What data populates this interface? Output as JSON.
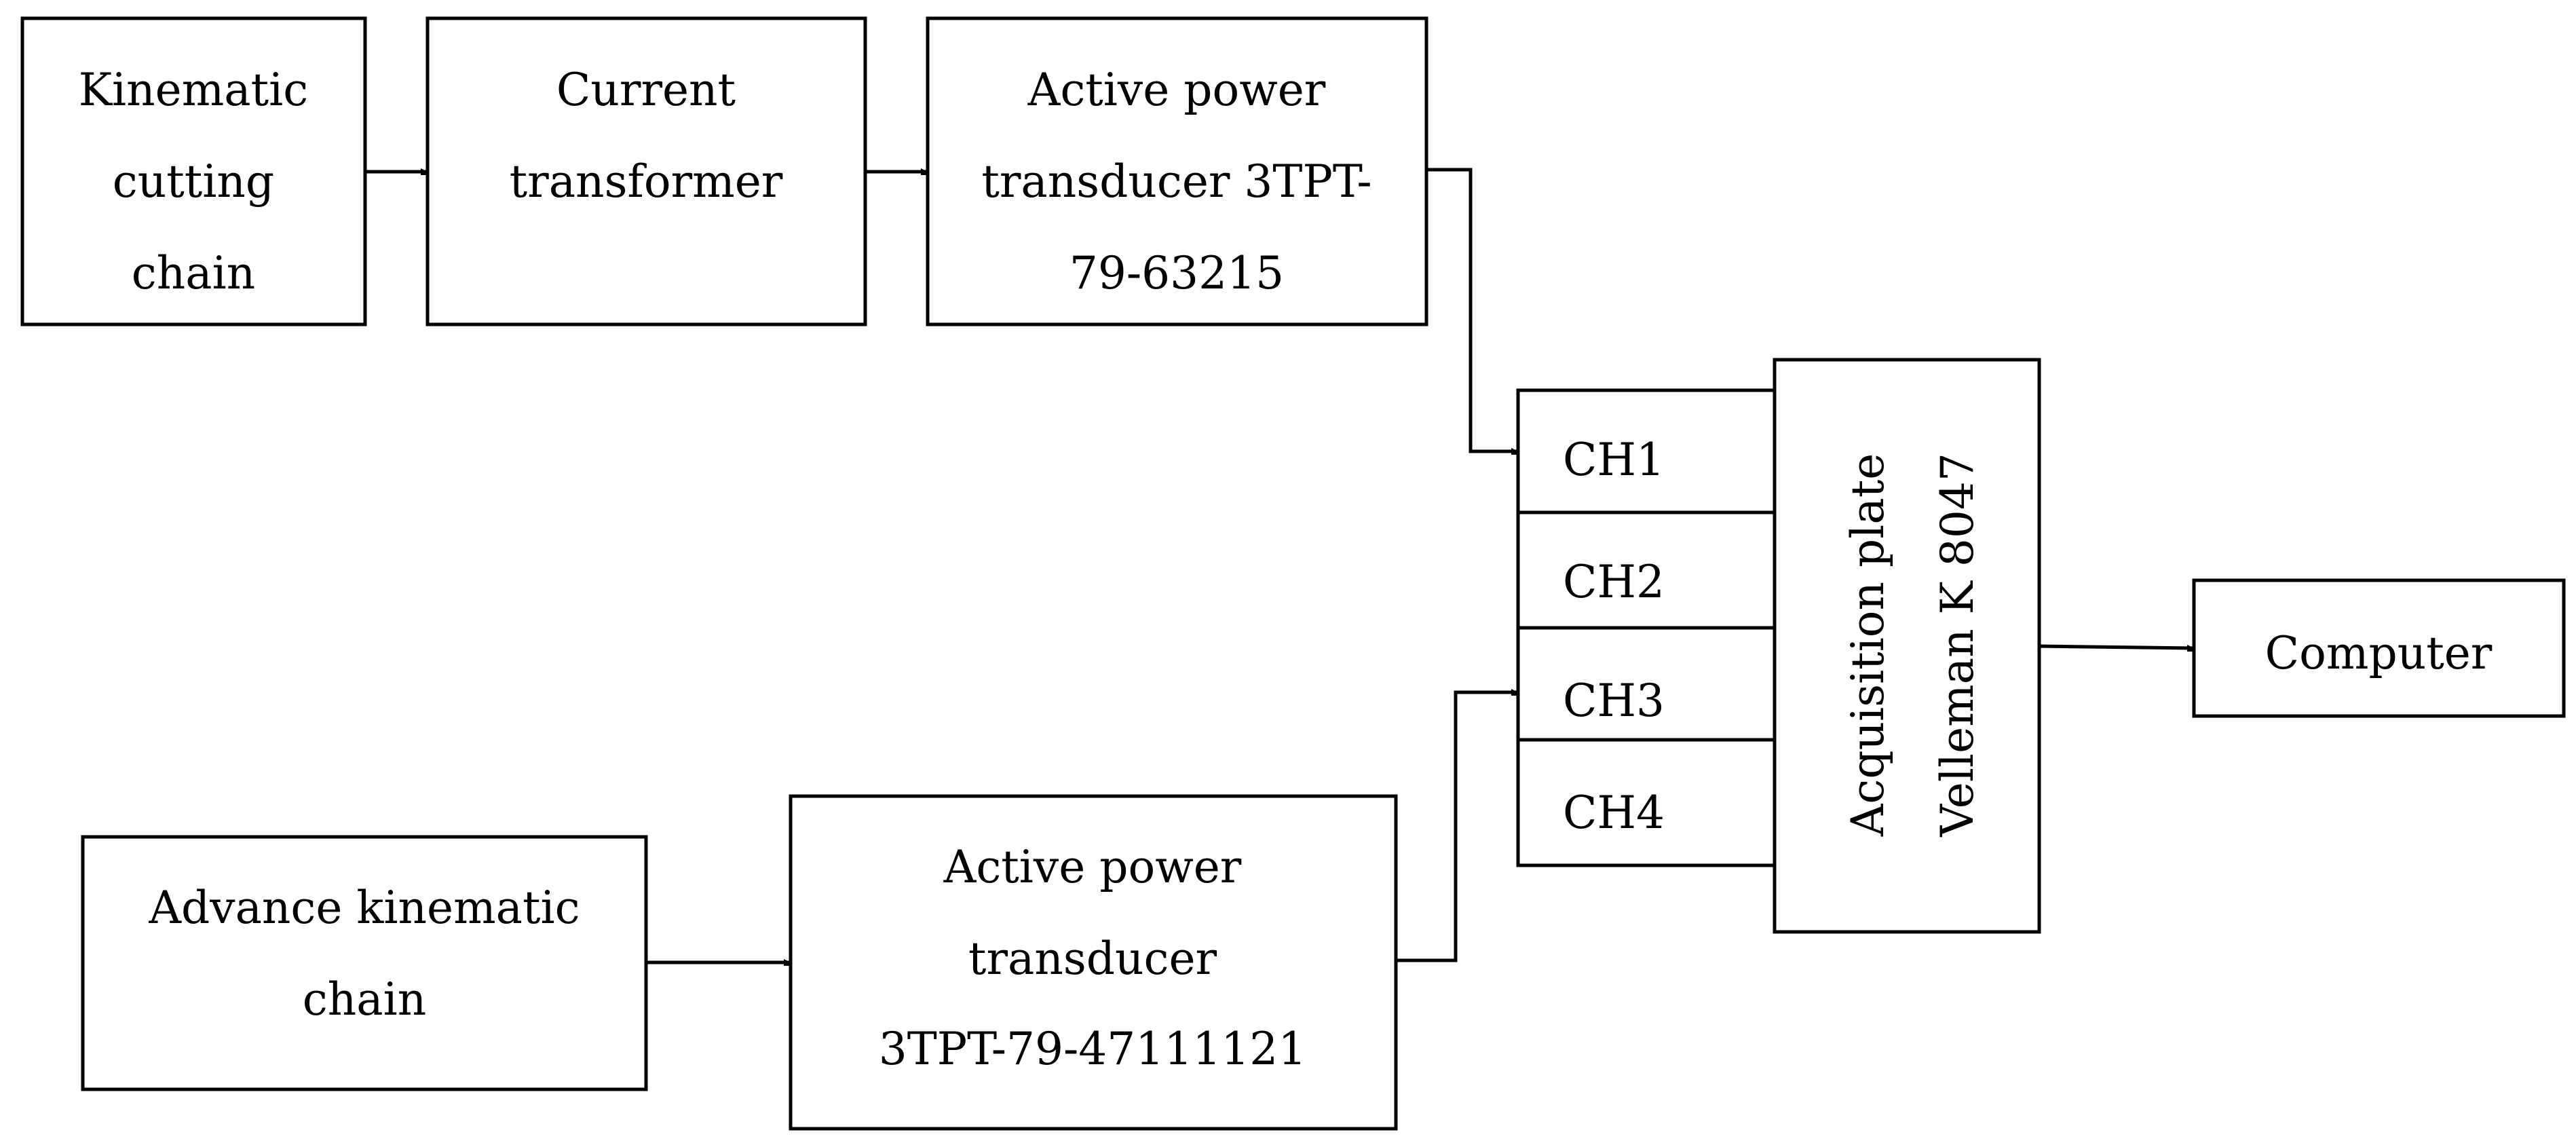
{
  "blocks": {
    "kinematic_cutting_chain": [
      "Kinematic",
      "cutting",
      "chain"
    ],
    "current_transformer": [
      "Current",
      "transformer"
    ],
    "active_power_transducer_1": [
      "Active power",
      "transducer 3TPT-",
      "79-63215"
    ],
    "advance_kinematic_chain": [
      "Advance kinematic",
      "chain"
    ],
    "active_power_transducer_2": [
      "Active power",
      "transducer",
      "3TPT-79-47111121"
    ],
    "acquisition_plate": [
      "Acquisition plate",
      "Velleman K 8047"
    ],
    "computer": "Computer"
  },
  "channels": [
    "CH1",
    "CH2",
    "CH3",
    "CH4"
  ]
}
